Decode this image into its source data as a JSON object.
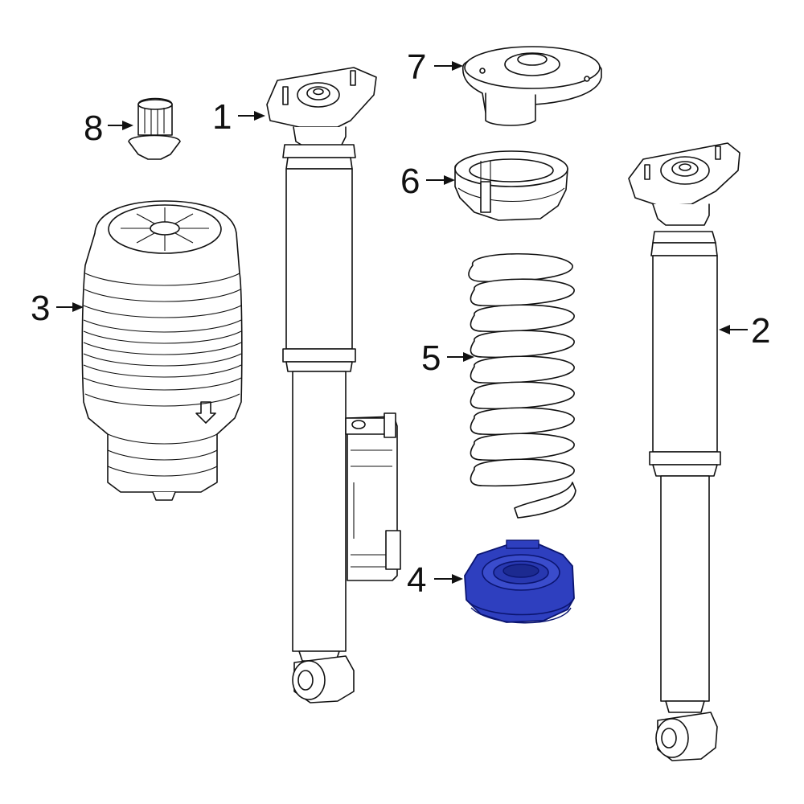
{
  "callouts": {
    "c1": "1",
    "c2": "2",
    "c3": "3",
    "c4": "4",
    "c5": "5",
    "c6": "6",
    "c7": "7",
    "c8": "8"
  },
  "colors": {
    "highlight": "#2E3FBF",
    "highlight_stroke": "#0B1570",
    "line": "#111111",
    "background": "#FFFFFF"
  }
}
